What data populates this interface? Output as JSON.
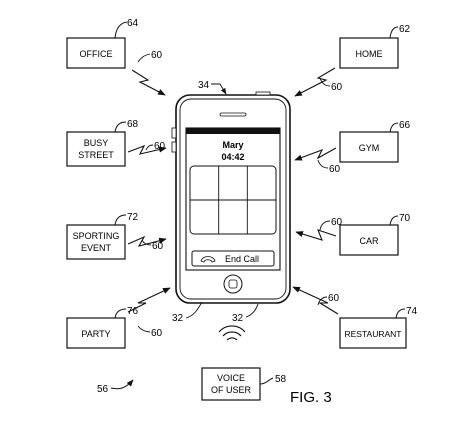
{
  "figure_label": "FIG. 3",
  "figure_ref": "56",
  "boxes": {
    "office": {
      "lines": [
        "OFFICE"
      ],
      "ref": "64",
      "signal_ref": "60"
    },
    "home": {
      "lines": [
        "HOME"
      ],
      "ref": "62",
      "signal_ref": "60"
    },
    "busy_street": {
      "lines": [
        "BUSY",
        "STREET"
      ],
      "ref": "68",
      "signal_ref": "60"
    },
    "gym": {
      "lines": [
        "GYM"
      ],
      "ref": "66",
      "signal_ref": "60"
    },
    "sporting": {
      "lines": [
        "SPORTING",
        "EVENT"
      ],
      "ref": "72",
      "signal_ref": "60"
    },
    "car": {
      "lines": [
        "CAR"
      ],
      "ref": "70",
      "signal_ref": "60"
    },
    "party": {
      "lines": [
        "PARTY"
      ],
      "ref": "76",
      "signal_ref": "60"
    },
    "restaurant": {
      "lines": [
        "RESTAURANT"
      ],
      "ref": "74",
      "signal_ref": "60"
    },
    "voice": {
      "lines": [
        "VOICE",
        "OF USER"
      ],
      "ref": "58"
    }
  },
  "phone": {
    "ref": "34",
    "caller_name": "Mary",
    "call_time": "04:42",
    "end_call_label": "End Call",
    "mic_ref_left": "32",
    "mic_ref_right": "32",
    "end_call_icon": "phone-handset-icon"
  }
}
